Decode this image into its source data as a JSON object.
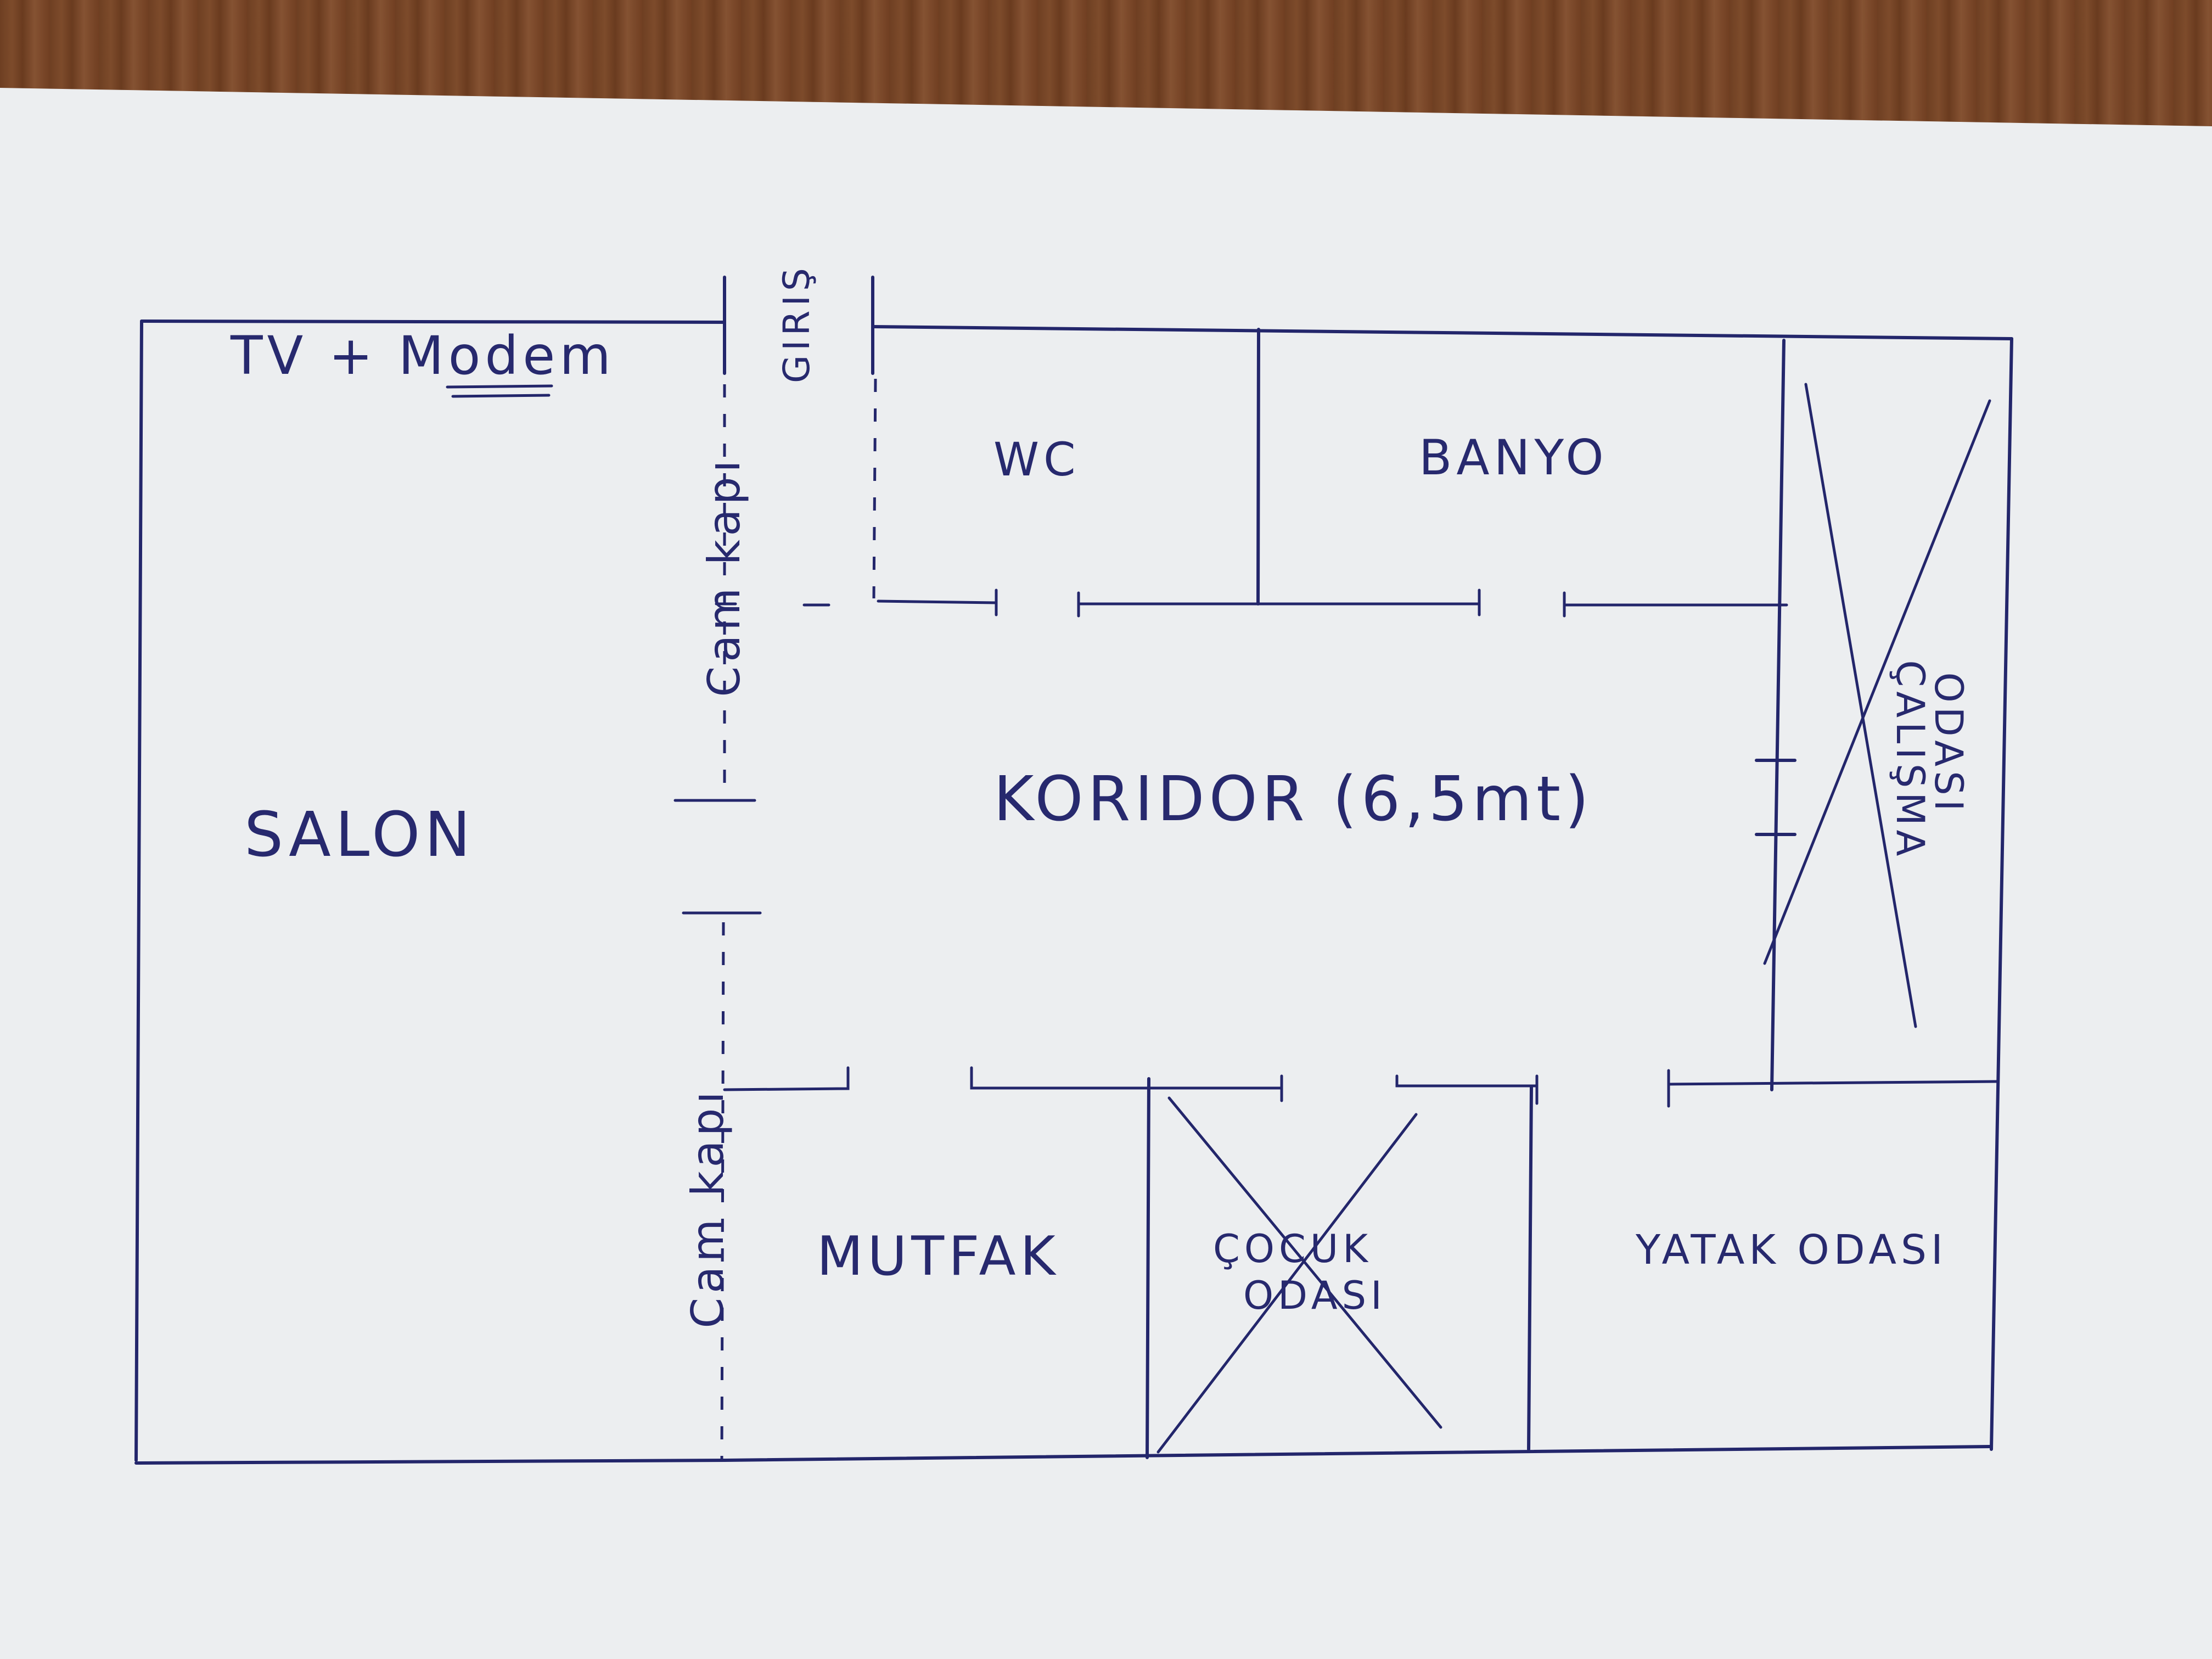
{
  "plan": {
    "labels": {
      "tv_modem": "TV + Modem",
      "giris": "GIRIŞ",
      "wc": "WC",
      "banyo": "BANYO",
      "salon": "SALON",
      "koridor": "KORIDOR (6,5mt)",
      "cam_kapi_top": "Cam kapı",
      "cam_kapi_bottom": "Cam kapı",
      "calisma_odasi_1": "ÇALIŞMA",
      "calisma_odasi_2": "ODASI",
      "mutfak": "MUTFAK",
      "cocuk_odasi_1": "ÇOCUK",
      "cocuk_odasi_2": "ODASI",
      "yatak_odasi": "YATAK ODASI"
    },
    "colors": {
      "ink": "#23266b",
      "paper": "#eceef0",
      "desk": "#7a4a2a"
    }
  }
}
